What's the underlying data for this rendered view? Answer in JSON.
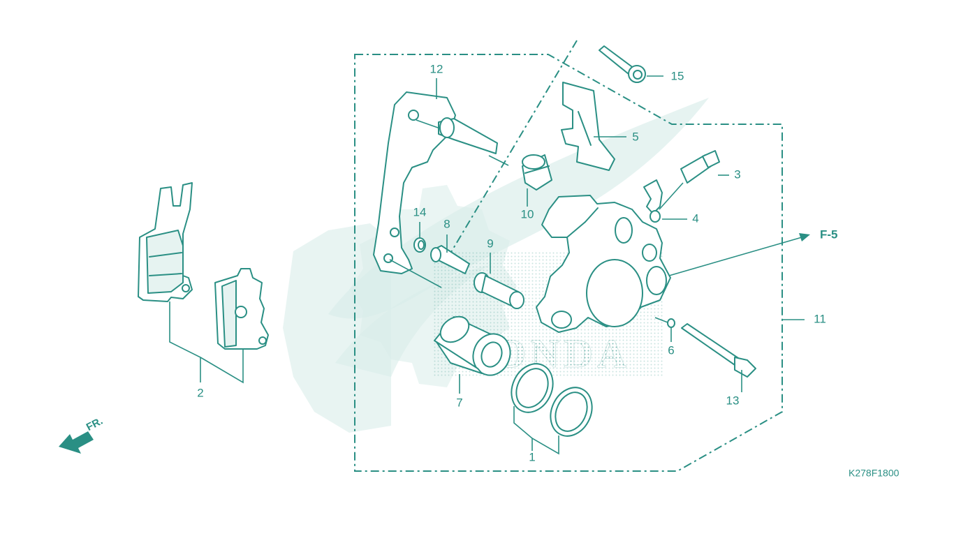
{
  "diagram": {
    "code": "K278F1800",
    "front_indicator": "FR.",
    "reference": "F-5",
    "watermark_text": "HONDA",
    "colors": {
      "line": "#2a8f84",
      "watermark": "#d9ece9",
      "background": "#ffffff"
    },
    "callouts": [
      {
        "id": "c1",
        "label": "1"
      },
      {
        "id": "c2",
        "label": "2"
      },
      {
        "id": "c3",
        "label": "3"
      },
      {
        "id": "c4",
        "label": "4"
      },
      {
        "id": "c5",
        "label": "5"
      },
      {
        "id": "c6",
        "label": "6"
      },
      {
        "id": "c7",
        "label": "7"
      },
      {
        "id": "c8",
        "label": "8"
      },
      {
        "id": "c9",
        "label": "9"
      },
      {
        "id": "c10",
        "label": "10"
      },
      {
        "id": "c11",
        "label": "11"
      },
      {
        "id": "c12",
        "label": "12"
      },
      {
        "id": "c13",
        "label": "13"
      },
      {
        "id": "c14",
        "label": "14"
      },
      {
        "id": "c15",
        "label": "15"
      }
    ]
  }
}
